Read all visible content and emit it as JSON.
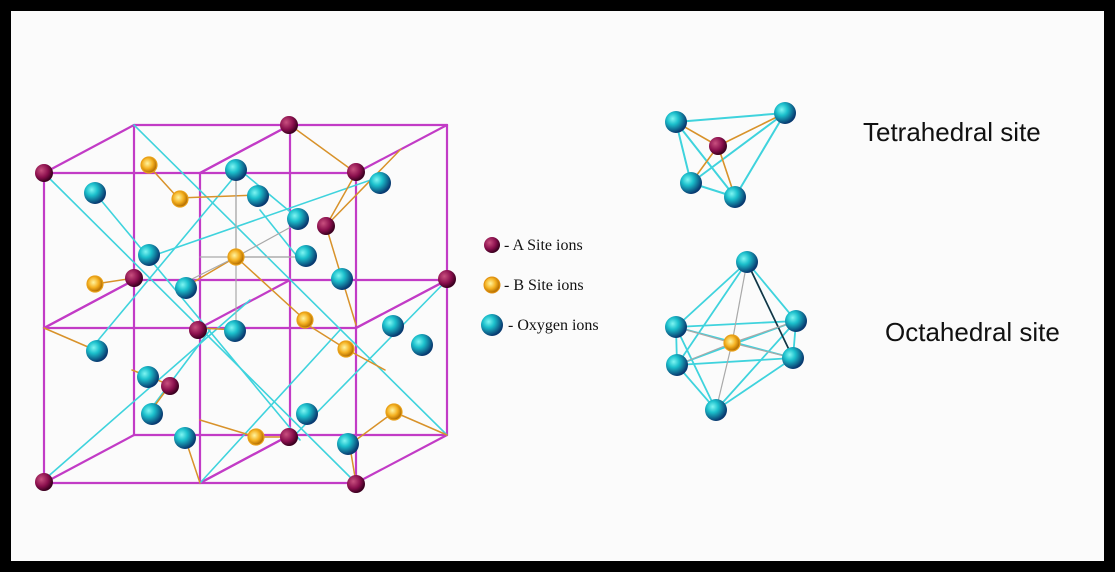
{
  "legend": {
    "a_site": "- A Site ions",
    "b_site": "- B Site ions",
    "oxygen": "- Oxygen ions"
  },
  "labels": {
    "tetrahedral": "Tetrahedral site",
    "octahedral": "Octahedral site"
  },
  "colors": {
    "background": "#fbfbfb",
    "border": "#000000",
    "cell_edge": "#c23bc6",
    "a_site": "#7a0a45",
    "b_site": "#f0a010",
    "oxygen": "#0e8fb0",
    "cyan_bond": "#3fd3dd",
    "orange_bond": "#d8922a",
    "gray_bond": "#a9a9a9"
  }
}
